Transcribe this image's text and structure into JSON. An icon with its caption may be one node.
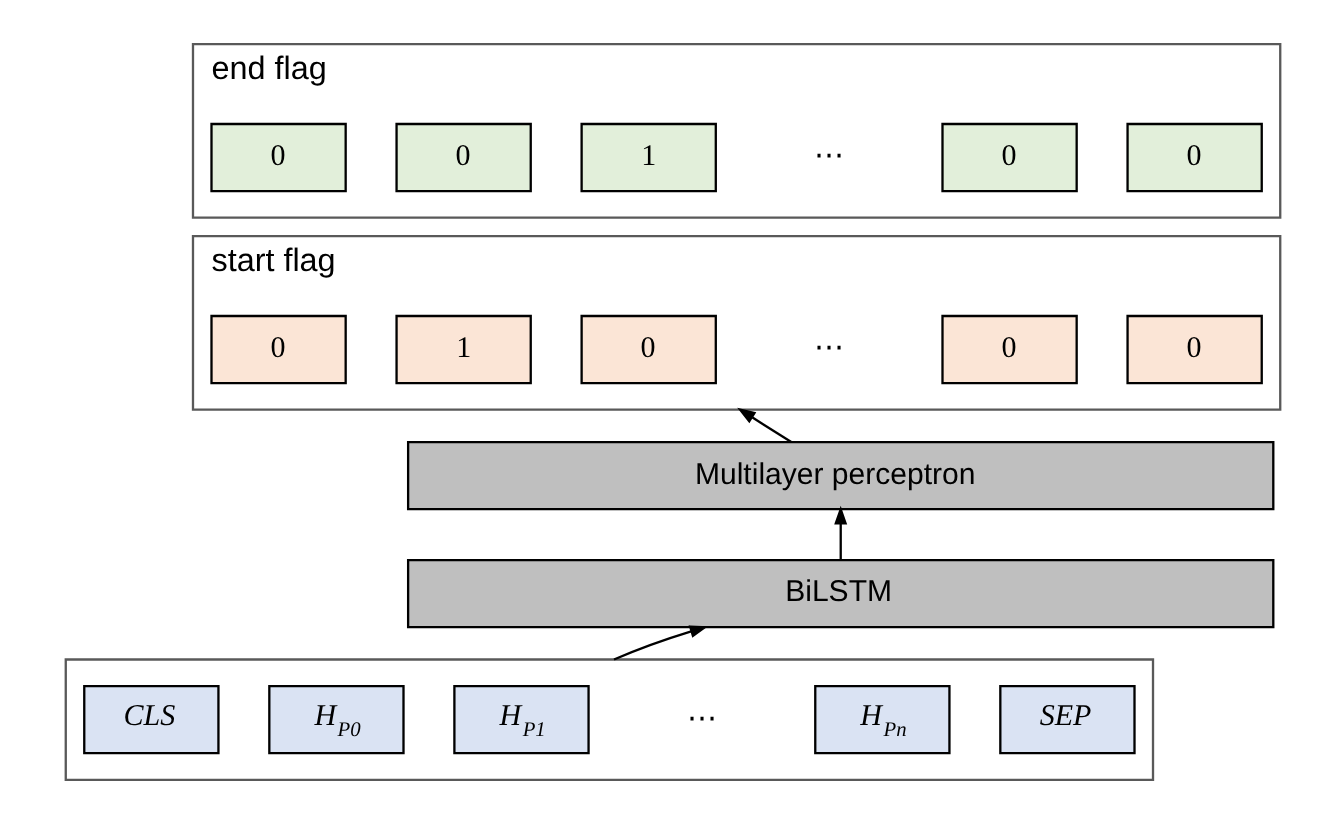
{
  "diagram": {
    "nodes": [
      {
        "text": [
          "end flag"
        ]
      },
      {
        "text": [
          "0"
        ],
        "in": 0
      },
      {
        "text": [
          "0"
        ],
        "in": 0
      },
      {
        "text": [
          "1"
        ],
        "in": 0
      },
      {
        "text": [
          "0"
        ],
        "in": 0
      },
      {
        "text": [
          "0"
        ],
        "in": 0
      },
      {
        "text": [
          "start flag"
        ]
      },
      {
        "text": [
          "0"
        ],
        "in": 6
      },
      {
        "text": [
          "1"
        ],
        "in": 6
      },
      {
        "text": [
          "0"
        ],
        "in": 6
      },
      {
        "text": [
          "0"
        ],
        "in": 6
      },
      {
        "text": [
          "0"
        ],
        "in": 6
      },
      {
        "text": [
          "Multilayer perceptron"
        ]
      },
      {
        "text": [
          "BiLSTM"
        ]
      },
      {
        "text": [],
        "shape": "box"
      },
      {
        "text": [
          "CLS"
        ],
        "in": 14
      },
      {
        "text": [
          "H$_{P0}$"
        ],
        "in": 14
      },
      {
        "text": [
          "H$_{P1}$"
        ],
        "in": 14
      },
      {
        "text": [
          "H$_{Pn}$"
        ],
        "in": 14
      },
      {
        "text": [
          "SEP"
        ],
        "in": 14
      }
    ],
    "edges": [
      {
        "from": 14,
        "to": 13,
        "arrow": "to"
      },
      {
        "from": 13,
        "to": 12,
        "arrow": "to"
      },
      {
        "from": 12,
        "to": 6,
        "arrow": "to"
      }
    ],
    "labels": [
      "⋯",
      "⋯",
      "⋯"
    ]
  }
}
